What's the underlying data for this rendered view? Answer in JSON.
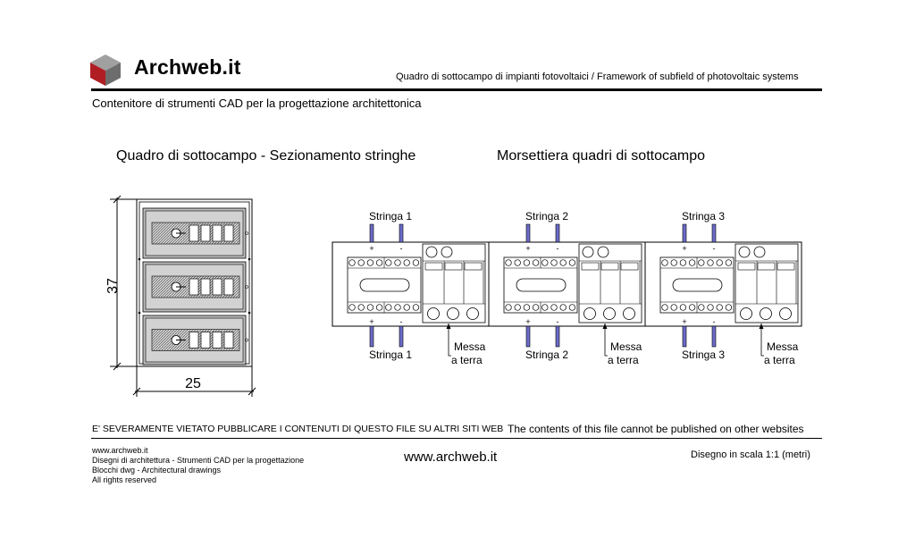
{
  "header": {
    "brand": "Archweb.it",
    "caption": "Quadro di sottocampo di impianti fotovoltaici  /  Framework of subfield of photovoltaic systems",
    "subtitle": "Contenitore di strumenti CAD per la progettazione architettonica"
  },
  "sections": {
    "left_title": "Quadro di sottocampo - Sezionamento stringhe",
    "right_title": "Morsettiera quadri di sottocampo"
  },
  "dimensions": {
    "height": "37",
    "width": "25"
  },
  "modules": [
    {
      "top_label": "Stringa 1",
      "bottom_label": "Stringa 1",
      "plus": "+",
      "minus": "-",
      "ground": [
        "Messa",
        "a terra"
      ]
    },
    {
      "top_label": "Stringa 2",
      "bottom_label": "Stringa 2",
      "plus": "+",
      "minus": "-",
      "ground": [
        "Messa",
        "a terra"
      ]
    },
    {
      "top_label": "Stringa 3",
      "bottom_label": "Stringa 3",
      "plus": "+",
      "minus": "-",
      "ground": [
        "Messa",
        "a terra"
      ]
    }
  ],
  "colors": {
    "terminal_blue": "#6b6bc9",
    "panel_gray": "#bdbdbd",
    "panel_dark": "#9a9a9a"
  },
  "footer": {
    "warning_it": "E' SEVERAMENTE VIETATO PUBBLICARE I CONTENUTI DI QUESTO FILE SU ALTRI SITI WEB",
    "warning_en": "The contents of this file cannot be published on other websites",
    "lines": [
      "www.archweb.it",
      "Disegni di architettura - Strumenti CAD  per la progettazione",
      "Blocchi dwg - Architectural drawings",
      "All rights reserved"
    ],
    "url": "www.archweb.it",
    "scale": "Disegno in scala 1:1 (metri)"
  }
}
